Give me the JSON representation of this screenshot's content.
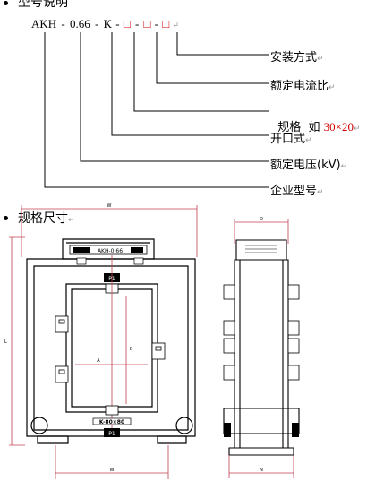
{
  "section_model": {
    "title": "型号说明",
    "model_parts": [
      "AKH",
      "0.66",
      "K",
      "□",
      "□",
      "□"
    ],
    "separator": "-",
    "legend": [
      {
        "label": "安装方式"
      },
      {
        "label": "额定电流比"
      },
      {
        "label": "规格  如",
        "example": "30×20"
      },
      {
        "label": "开口式"
      },
      {
        "label": "额定电压(kV)"
      },
      {
        "label": "企业型号"
      }
    ],
    "return_mark": "↵"
  },
  "section_dims": {
    "title": "规格尺寸",
    "front_view": {
      "top_width_label": "W",
      "height_label": "L",
      "inner_width_label": "A",
      "inner_height_label": "B",
      "bottom_width_label": "W",
      "nameplate_text": "AKH-0.66",
      "bottom_tag": "K-80×80",
      "terminal_label": "P1"
    },
    "side_view": {
      "top_label": "D",
      "bottom_label": "N"
    }
  },
  "colors": {
    "highlight": "#d00000",
    "frame_border": "#c04050",
    "line": "#000000",
    "return_mark": "#999999"
  }
}
